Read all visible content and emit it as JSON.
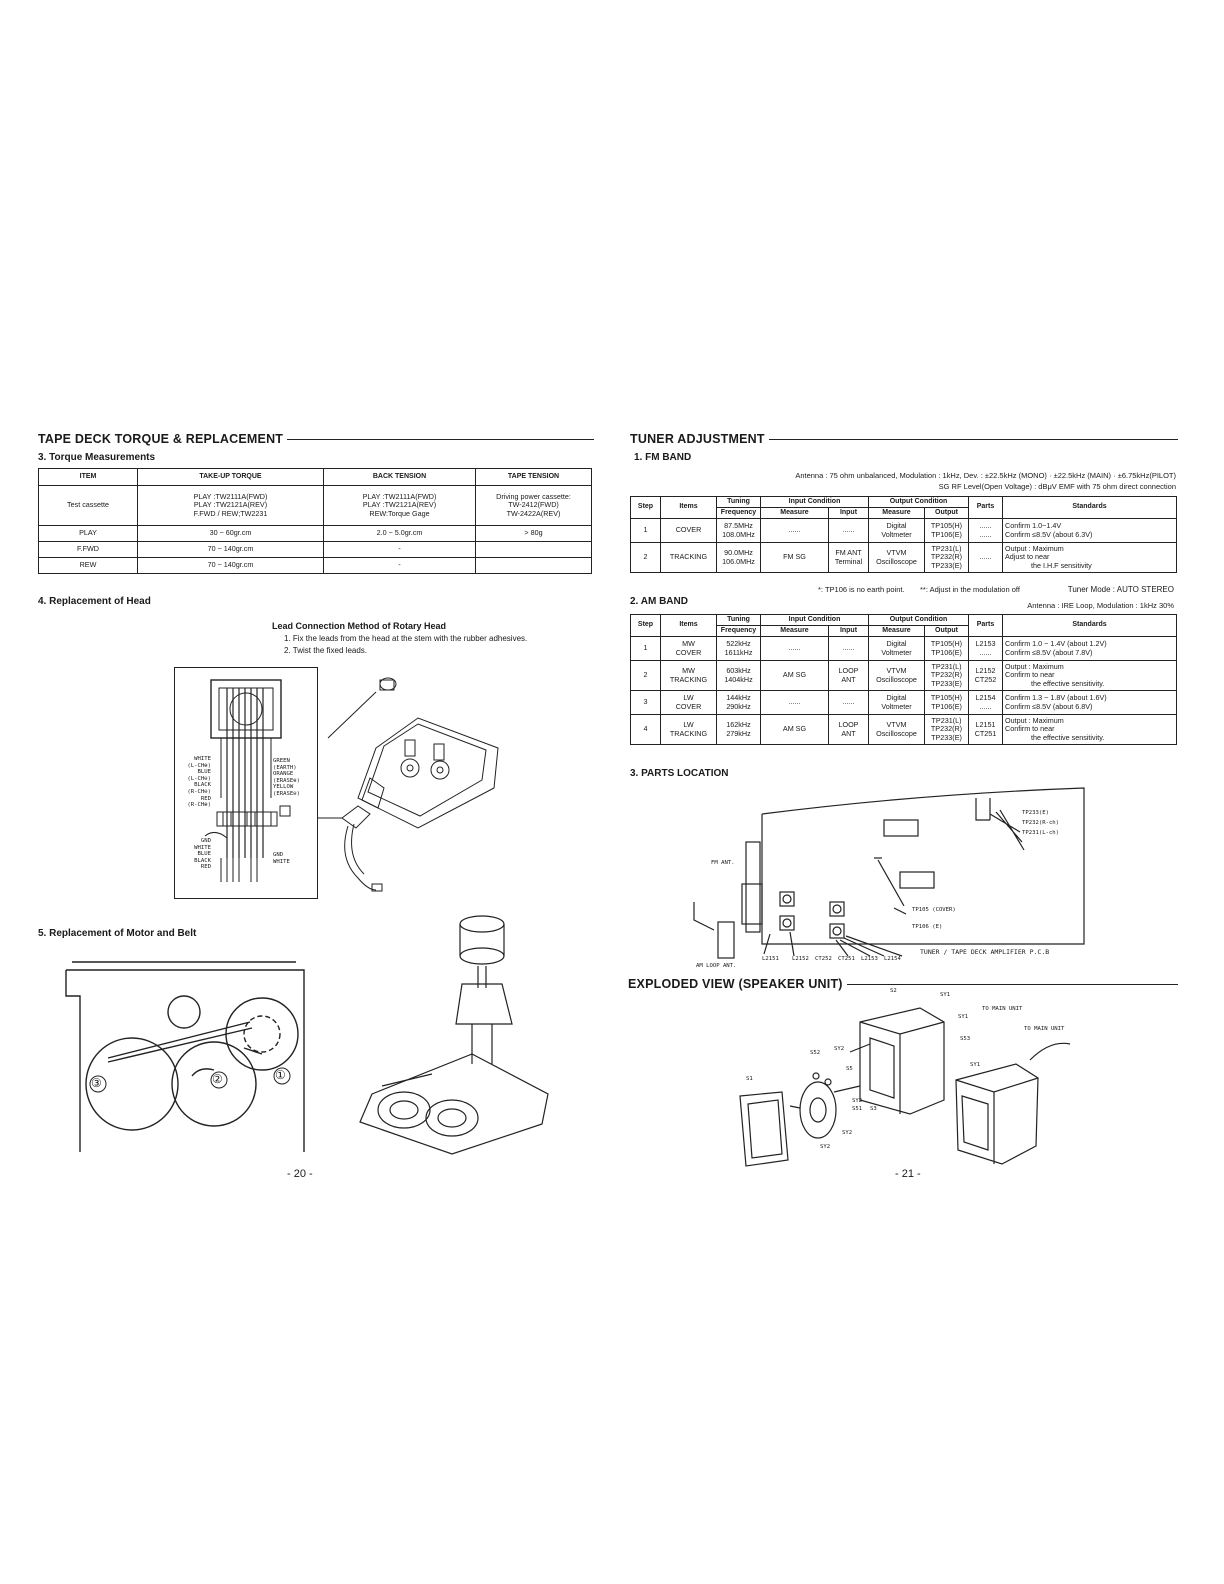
{
  "left_page": {
    "section_title": "TAPE DECK TORQUE & REPLACEMENT",
    "torque": {
      "heading": "3.  Torque Measurements",
      "headers": [
        "ITEM",
        "TAKE-UP TORQUE",
        "BACK TENSION",
        "TAPE TENSION"
      ],
      "row1_item": "Test cassette",
      "row1_takeup": [
        "PLAY :TW2111A(FWD)",
        "PLAY :TW2121A(REV)",
        "F.FWD / REW;TW2231"
      ],
      "row1_back": [
        "PLAY :TW2111A(FWD)",
        "PLAY :TW2121A(REV)",
        "REW:Torque Gage"
      ],
      "row1_tension": [
        "Driving power cassette:",
        "TW-2412(FWD)",
        "TW-2422A(REV)"
      ],
      "rows": [
        {
          "item": "PLAY",
          "takeup": "30 ~ 60gr.cm",
          "back": "2.0 ~ 5.0gr.cm",
          "tension": "> 80g"
        },
        {
          "item": "F.FWD",
          "takeup": "70 ~ 140gr.cm",
          "back": "-",
          "tension": ""
        },
        {
          "item": "REW",
          "takeup": "70 ~ 140gr.cm",
          "back": "-",
          "tension": ""
        }
      ]
    },
    "head": {
      "heading": "4.  Replacement of Head",
      "method_title": "Lead Connection Method of Rotary Head",
      "steps": [
        "1.  Fix the leads from the head at the stem with the rubber adhesives.",
        "2.  Twist the fixed leads."
      ],
      "wire_labels_left": [
        "WHITE",
        "(L-CH⊕)",
        "BLUE",
        "(L-CH⊖)",
        "BLACK",
        "(R-CH⊖)",
        "RED",
        "(R-CH⊕)"
      ],
      "wire_labels_right": [
        "GREEN",
        "(EARTH)",
        "ORANGE",
        "(ERASE⊕)",
        "YELLOW",
        "(ERASE⊖)"
      ],
      "bottom_left": [
        "GND",
        "WHITE",
        "BLUE",
        "BLACK",
        "RED"
      ],
      "bottom_right": [
        "GND",
        "WHITE"
      ]
    },
    "motor": {
      "heading": "5.  Replacement of Motor and Belt",
      "callouts": [
        "①",
        "②",
        "③"
      ]
    },
    "page_number": "- 20 -"
  },
  "right_page": {
    "section_title": "TUNER ADJUSTMENT",
    "fm": {
      "heading": "1.  FM BAND",
      "note1": "Antenna : 75 ohm unbalanced, Modulation : 1kHz, Dev. : ±22.5kHz (MONO) · ±22.5kHz (MAIN) · ±6.75kHz(PILOT)",
      "note2": "SG RF Level(Open Voltage) :  dBμV EMF with 75 ohm direct connection",
      "headers": {
        "step": "Step",
        "items": "Items",
        "tuning": "Tuning",
        "frequency": "Frequency",
        "input_condition": "Input Condition",
        "output_condition": "Output Condition",
        "measure": "Measure",
        "input": "Input",
        "output": "Output",
        "parts": "Parts",
        "standards": "Standards"
      },
      "rows": [
        {
          "step": "1",
          "item": "COVER",
          "freq": [
            "87.5MHz",
            "108.0MHz"
          ],
          "in_measure": "......",
          "input": "......",
          "out_measure": "Digital Voltmeter",
          "output": [
            "TP105(H)",
            "TP106(E)"
          ],
          "parts": [
            "......",
            "......"
          ],
          "standards": [
            "Confirm 1.0~1.4V",
            "Confirm ≤8.5V (about 6.3V)"
          ]
        },
        {
          "step": "2",
          "item": "TRACKING",
          "freq": [
            "90.0MHz",
            "106.0MHz"
          ],
          "in_measure": "FM SG",
          "input": [
            "FM ANT",
            "Terminal"
          ],
          "out_measure": [
            "VTVM",
            "Oscilloscope"
          ],
          "output": [
            "TP231(L)",
            "TP232(R)",
            "TP233(E)"
          ],
          "parts": "......",
          "standards": [
            "Output : Maximum",
            "Adjust to near",
            "the I.H.F sensitivity"
          ]
        }
      ],
      "footnote1": "*: TP106 is no earth point.",
      "footnote2": "**: Adjust in the modulation off",
      "tuner_mode": "Tuner Mode : AUTO STEREO"
    },
    "am": {
      "heading": "2.  AM BAND",
      "note": "Antenna : IRE Loop, Modulation : 1kHz 30%",
      "rows": [
        {
          "step": "1",
          "item": [
            "MW",
            "COVER"
          ],
          "freq": [
            "522kHz",
            "1611kHz"
          ],
          "in_measure": "......",
          "input": "......",
          "out_measure": "Digital Voltmeter",
          "output": [
            "TP105(H)",
            "TP106(E)"
          ],
          "parts": [
            "L2153",
            "......"
          ],
          "standards": [
            "Confirm 1.0 ~ 1.4V (about 1.2V)",
            "Confirm ≤8.5V (about 7.8V)"
          ]
        },
        {
          "step": "2",
          "item": [
            "MW",
            "TRACKING"
          ],
          "freq": [
            "603kHz",
            "1404kHz"
          ],
          "in_measure": "AM SG",
          "input": [
            "LOOP",
            "ANT"
          ],
          "out_measure": [
            "VTVM",
            "Oscilloscope"
          ],
          "output": [
            "TP231(L)",
            "TP232(R)",
            "TP233(E)"
          ],
          "parts": [
            "L2152",
            "CT252"
          ],
          "standards": [
            "Output : Maximum",
            "Confirm to near",
            "the effective sensitivity."
          ]
        },
        {
          "step": "3",
          "item": [
            "LW",
            "COVER"
          ],
          "freq": [
            "144kHz",
            "290kHz"
          ],
          "in_measure": "......",
          "input": "......",
          "out_measure": "Digital Voltmeter",
          "output": [
            "TP105(H)",
            "TP106(E)"
          ],
          "parts": [
            "L2154",
            "......"
          ],
          "standards": [
            "Confirm 1.3 ~ 1.8V (about 1.6V)",
            "Confirm ≤8.5V (about 6.8V)"
          ]
        },
        {
          "step": "4",
          "item": [
            "LW",
            "TRACKING"
          ],
          "freq": [
            "162kHz",
            "279kHz"
          ],
          "in_measure": "AM SG",
          "input": [
            "LOOP",
            "ANT"
          ],
          "out_measure": [
            "VTVM",
            "Oscilloscope"
          ],
          "output": [
            "TP231(L)",
            "TP232(R)",
            "TP233(E)"
          ],
          "parts": [
            "L2151",
            "CT251"
          ],
          "standards": [
            "Output : Maximum",
            "Confirm to near",
            "the effective sensitivity."
          ]
        }
      ]
    },
    "parts_location": {
      "heading": "3.  PARTS LOCATION",
      "labels": {
        "tp233": "TP233(E)",
        "tp232": "TP232(R-ch)",
        "tp231": "TP231(L-ch)",
        "fm_ant": "FM ANT.",
        "tp105": "TP105 (COVER)",
        "tp106": "TP106 (E)",
        "pcb": "TUNER / TAPE DECK AMPLIFIER P.C.B",
        "am_loop": "AM LOOP ANT.",
        "bottom_refs": [
          "L2151",
          "L2152",
          "CT252",
          "CT251",
          "L2153",
          "L2154"
        ]
      }
    },
    "exploded": {
      "section_title": "EXPLODED VIEW (SPEAKER UNIT)",
      "labels": {
        "s2": "S2",
        "sy1_top": "SY1",
        "to_main1": "TO MAIN UNIT",
        "to_main2": "TO MAIN UNIT",
        "sy1_mid": "SY1",
        "s53": "S53",
        "s52": "S52",
        "sy2": "SY2",
        "s5": "S5",
        "sy2b": "SY2",
        "s51": "S51",
        "s3": "S3",
        "sy1_right": "SY1",
        "s1": "S1",
        "sy2c": "SY2",
        "sy2d": "SY2"
      }
    },
    "page_number": "- 21 -"
  }
}
